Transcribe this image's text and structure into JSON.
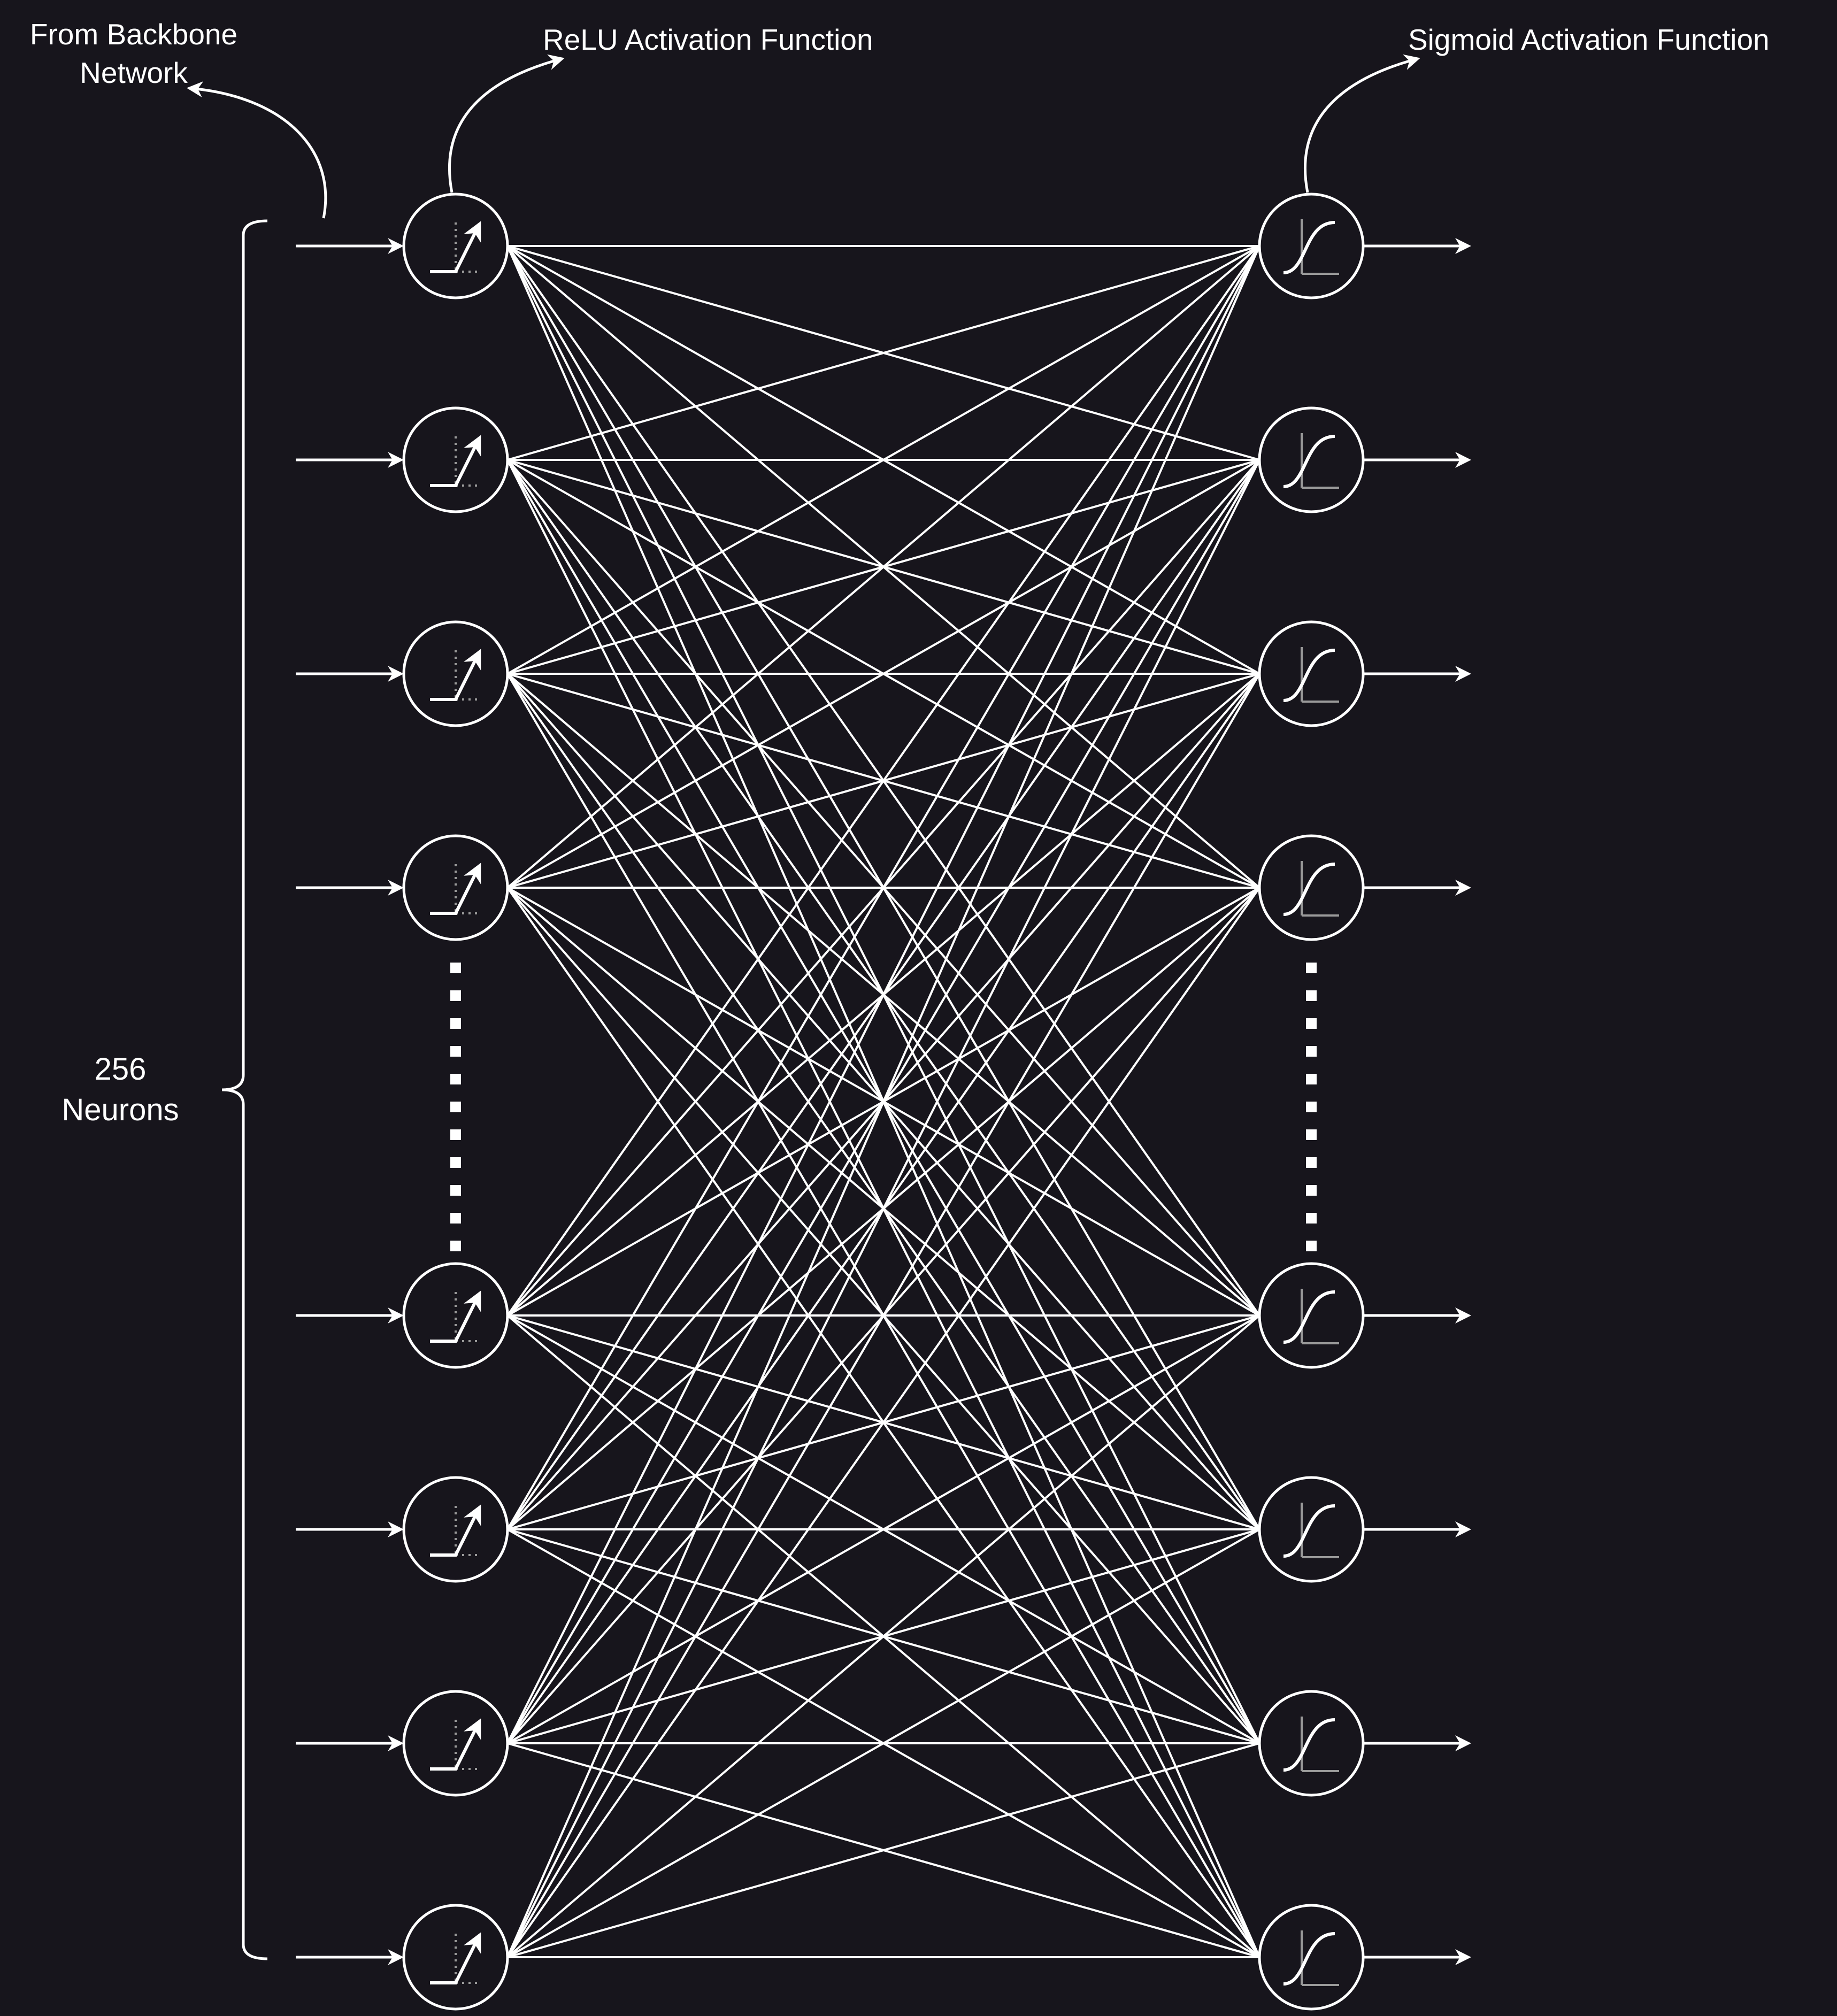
{
  "labels": {
    "backbone_line1": "From Backbone",
    "backbone_line2": "Network",
    "relu": "ReLU Activation Function",
    "sigmoid": "Sigmoid Activation Function",
    "neurons_line1": "256",
    "neurons_line2": "Neurons"
  },
  "layers": {
    "hidden": {
      "activation": "relu",
      "visible_neurons": 8,
      "ellipsis_after_index": 3
    },
    "output": {
      "activation": "sigmoid",
      "visible_neurons": 8,
      "ellipsis_after_index": 3
    }
  },
  "connections": "fully-connected",
  "colors": {
    "background": "#17151c",
    "stroke": "#ffffff",
    "grey": "#9a9a9a"
  }
}
